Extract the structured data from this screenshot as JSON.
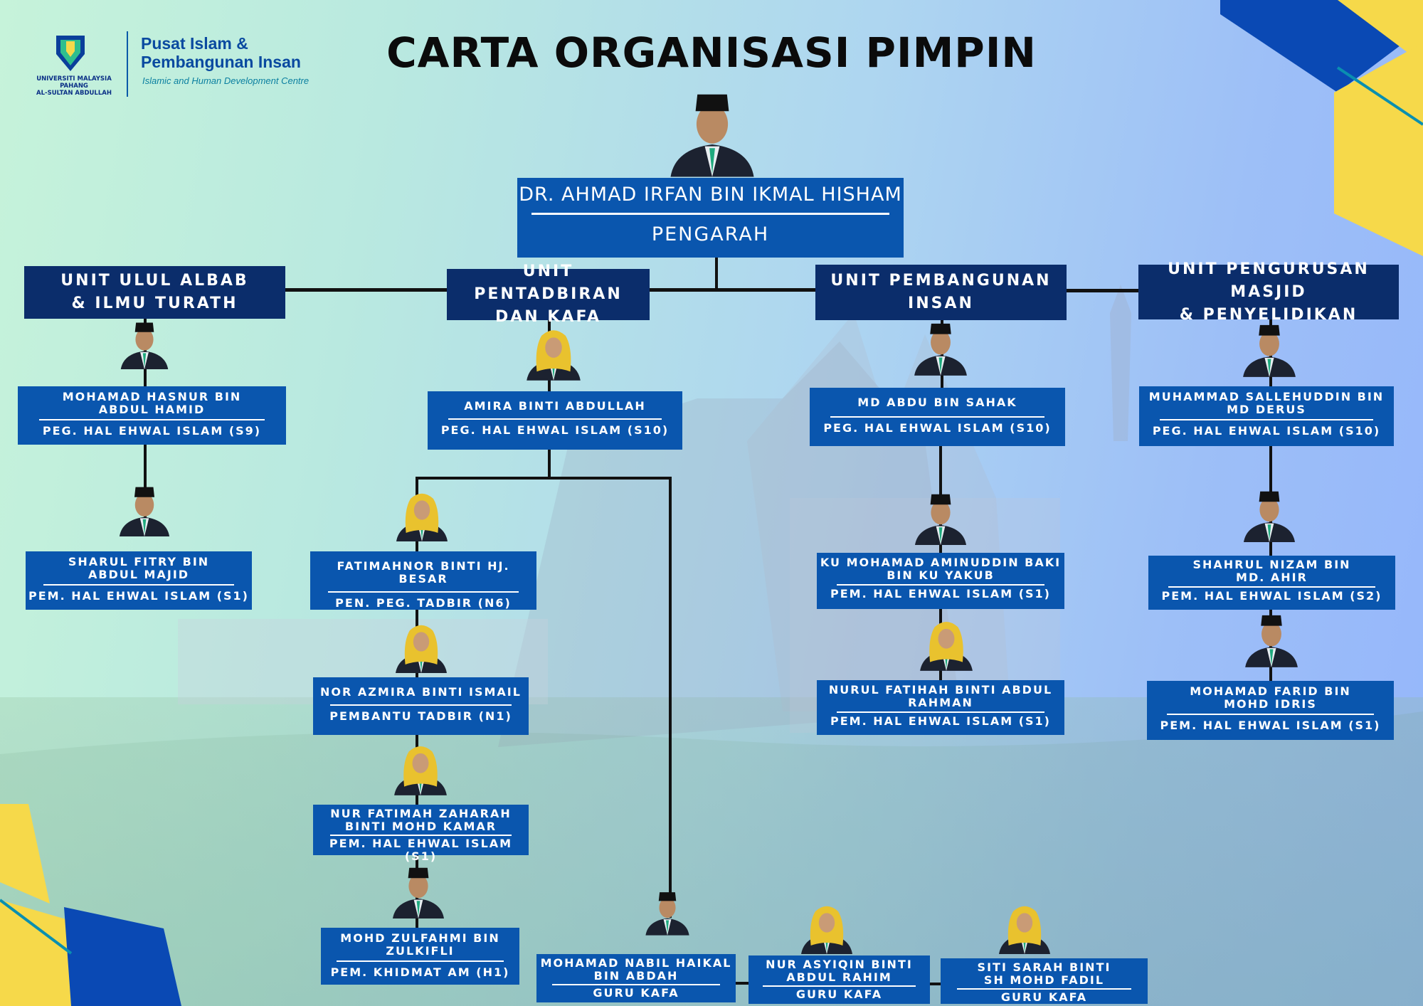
{
  "header": {
    "title": "CARTA ORGANISASI PIMPIN",
    "logo": {
      "university": [
        "UNIVERSITI MALAYSIA PAHANG",
        "AL-SULTAN ABDULLAH"
      ],
      "centre_line1": "Pusat Islam &",
      "centre_line2": "Pembangunan Insan",
      "centre_en": "Islamic and Human Development Centre"
    }
  },
  "director": {
    "name": "DR. AHMAD IRFAN BIN IKMAL HISHAM",
    "position": "PENGARAH"
  },
  "units": [
    {
      "line1": "UNIT ULUL ALBAB",
      "line2": "& ILMU TURATH"
    },
    {
      "line1": "UNIT PENTADBIRAN",
      "line2": "DAN KAFA"
    },
    {
      "line1": "UNIT PEMBANGUNAN",
      "line2": "INSAN"
    },
    {
      "line1": "UNIT PENGURUSAN MASJID",
      "line2": "& PENYELIDIKAN"
    }
  ],
  "staff": [
    {
      "name1": "MOHAMAD HASNUR BIN",
      "name2": "ABDUL HAMID",
      "position": "PEG. HAL EHWAL ISLAM (S9)"
    },
    {
      "name1": "SHARUL FITRY BIN",
      "name2": "ABDUL MAJID",
      "position": "PEM. HAL EHWAL ISLAM (S1)"
    },
    {
      "name1": "AMIRA BINTI ABDULLAH",
      "name2": "",
      "position": "PEG. HAL EHWAL ISLAM (S10)"
    },
    {
      "name1": "FATIMAHNOR BINTI HJ. BESAR",
      "name2": "",
      "position": "PEN. PEG. TADBIR (N6)"
    },
    {
      "name1": "NOR AZMIRA BINTI ISMAIL",
      "name2": "",
      "position": "PEMBANTU TADBIR (N1)"
    },
    {
      "name1": "NUR FATIMAH ZAHARAH",
      "name2": "BINTI MOHD KAMAR",
      "position": "PEM.  HAL EHWAL ISLAM (S1)"
    },
    {
      "name1": "MOHD ZULFAHMI BIN",
      "name2": "ZULKIFLI",
      "position": "PEM. KHIDMAT AM (H1)"
    },
    {
      "name1": "MOHAMAD NABIL HAIKAL",
      "name2": "BIN ABDAH",
      "position": "GURU KAFA"
    },
    {
      "name1": "NUR ASYIQIN BINTI",
      "name2": "ABDUL RAHIM",
      "position": "GURU KAFA"
    },
    {
      "name1": "SITI SARAH BINTI",
      "name2": "SH MOHD FADIL",
      "position": "GURU KAFA"
    },
    {
      "name1": "MD ABDU BIN SAHAK",
      "name2": "",
      "position": "PEG. HAL EHWAL ISLAM (S10)"
    },
    {
      "name1": "KU MOHAMAD AMINUDDIN BAKI",
      "name2": "BIN KU YAKUB",
      "position": "PEM. HAL EHWAL ISLAM (S1)"
    },
    {
      "name1": "NURUL FATIHAH BINTI ABDUL",
      "name2": "RAHMAN",
      "position": "PEM. HAL EHWAL ISLAM (S1)"
    },
    {
      "name1": "MUHAMMAD SALLEHUDDIN BIN",
      "name2": "MD DERUS",
      "position": "PEG. HAL EHWAL ISLAM (S10)"
    },
    {
      "name1": "SHAHRUL NIZAM BIN",
      "name2": "MD. AHIR",
      "position": "PEM. HAL EHWAL ISLAM (S2)"
    },
    {
      "name1": "MOHAMAD FARID BIN",
      "name2": "MOHD IDRIS",
      "position": "PEM. HAL EHWAL ISLAM (S1)"
    }
  ],
  "colors": {
    "box": "#0a56ae",
    "unit": "#0b2d6b",
    "accent_yellow": "#f6d94a",
    "accent_blue": "#0a49b4"
  }
}
